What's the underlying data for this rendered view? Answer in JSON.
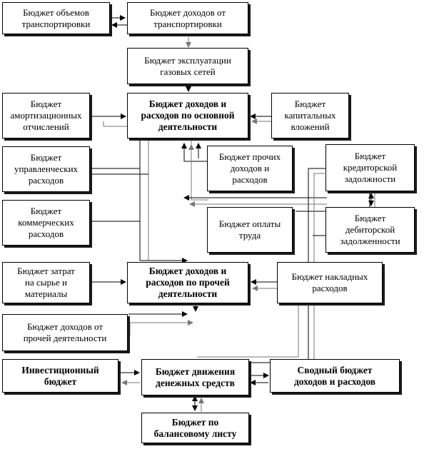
{
  "boxes": {
    "transport_volume": "Бюджет объемов\nтранспортировки",
    "transport_income": "Бюджет доходов от\nтранспортировки",
    "gas_network": "Бюджет эксплуатации\nгазовых сетей",
    "main_activity": "Бюджет доходов и\nрасходов по основной\nдеятельности",
    "amortization": "Бюджет\nамортизационных\nотчислений",
    "capital_investment": "Бюджет\nкапитальных\nвложений",
    "management": "Бюджет\nуправленческих\nрасходов",
    "other_income_expense": "Бюджет прочих\nдоходов и\nрасходов",
    "accounts_payable": "Бюджет\nкредиторской\nзадолжности",
    "commercial": "Бюджет\nкоммерческих\nрасходов",
    "payroll": "Бюджет оплаты\nтруда",
    "receivables": "Бюджет\nдебиторской\nзадолженности",
    "raw_materials": "Бюджет затрат\nна сырье и\nматериалы",
    "other_activity": "Бюджет доходов и\nрасходов по прочей\nдеятельности",
    "overhead": "Бюджет накладных\nрасходов",
    "other_activity_income": "Бюджет доходов от\nпрочей деятельности",
    "investment": "Инвестиционный\nбюджет",
    "cash_flow": "Бюджет движения\nденежных средств",
    "summary": "Сводный бюджет\nдоходов и расходов",
    "balance_sheet": "Бюджет по\nбалансовому листу"
  },
  "colors": {
    "line": "#000000",
    "secondary_line": "#777777",
    "shadow": "#1a1a1a"
  }
}
